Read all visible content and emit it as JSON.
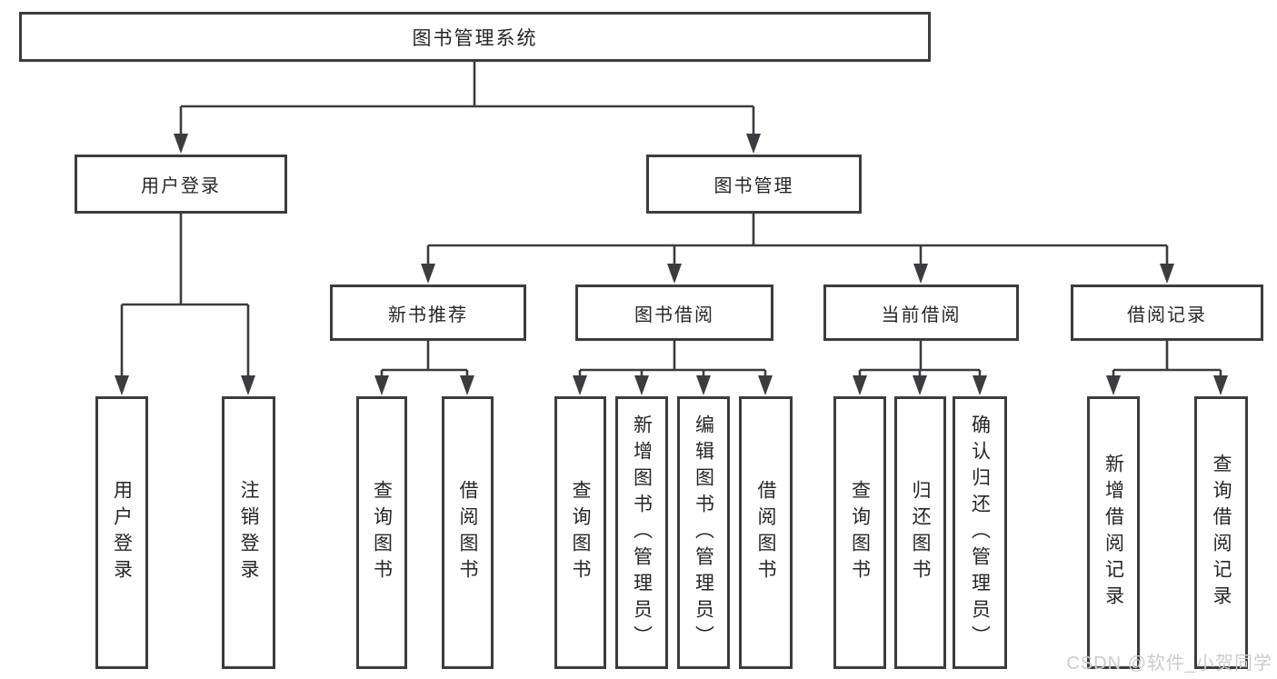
{
  "diagram": {
    "root": {
      "label": "图书管理系统"
    },
    "branches": [
      {
        "label": "用户登录",
        "children": [
          {
            "label": "用户登录"
          },
          {
            "label": "注销登录"
          }
        ]
      },
      {
        "label": "图书管理",
        "children": [
          {
            "label": "新书推荐",
            "children": [
              {
                "label": "查询图书"
              },
              {
                "label": "借阅图书"
              }
            ]
          },
          {
            "label": "图书借阅",
            "children": [
              {
                "label": "查询图书"
              },
              {
                "label": "新增图书（管理员）"
              },
              {
                "label": "编辑图书（管理员）"
              },
              {
                "label": "借阅图书"
              }
            ]
          },
          {
            "label": "当前借阅",
            "children": [
              {
                "label": "查询图书"
              },
              {
                "label": "归还图书"
              },
              {
                "label": "确认归还（管理员）"
              }
            ]
          },
          {
            "label": "借阅记录",
            "children": [
              {
                "label": "新增借阅记录"
              },
              {
                "label": "查询借阅记录"
              }
            ]
          }
        ]
      }
    ]
  },
  "watermark": {
    "text": "CSDN @软件_小贺同学"
  },
  "colors": {
    "line": "#3c3c40",
    "text": "#262626",
    "watermark": "#cccccc",
    "background": "#ffffff"
  }
}
